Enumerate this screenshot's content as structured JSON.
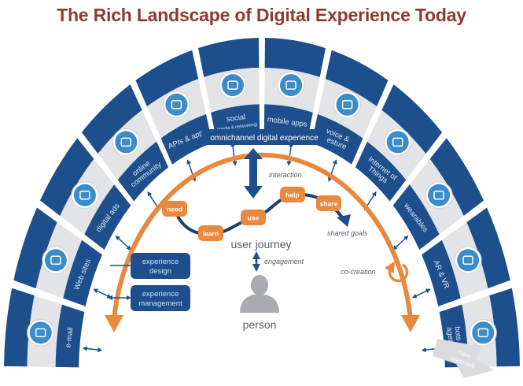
{
  "title": "The Rich Landscape of Digital Experience Today",
  "colors": {
    "title": "#8e3b2f",
    "ring_dark": "#1c4f8c",
    "ring_light": "#e2e4e7",
    "orange": "#e8893f",
    "icon_blue": "#3c8ccb",
    "text_gray": "#555e6a"
  },
  "channels": [
    {
      "label": [
        "e-mail"
      ],
      "icon": "envelope-icon"
    },
    {
      "label": [
        "Web sites"
      ],
      "icon": "web-icon"
    },
    {
      "label": [
        "digital ads"
      ],
      "icon": "billboard-icon"
    },
    {
      "label": [
        "online",
        "community"
      ],
      "icon": "community-icon"
    },
    {
      "label": [
        "APIs & apps"
      ],
      "icon": "cloud-icon"
    },
    {
      "label": [
        "social",
        "(media & networking)"
      ],
      "icon": "chat-icon"
    },
    {
      "label": [
        "mobile apps"
      ],
      "icon": "phone-icon"
    },
    {
      "label": [
        "voice &",
        "gesture"
      ],
      "icon": "voice-icon"
    },
    {
      "label": [
        "Internet of",
        "Things"
      ],
      "icon": "iot-icon"
    },
    {
      "label": [
        "wearables"
      ],
      "icon": "watch-icon"
    },
    {
      "label": [
        "AR & VR"
      ],
      "icon": "vr-icon"
    },
    {
      "label": [
        "bots &",
        "agents"
      ],
      "icon": "bot-icon"
    }
  ],
  "new_channels": [
    "new",
    "channels"
  ],
  "omnichannel": "omnichannel digital experience",
  "interaction": "interaction",
  "journey": {
    "steps": [
      "need",
      "learn",
      "use",
      "help",
      "share"
    ],
    "label": "user journey",
    "shared_goals": "shared goals"
  },
  "engagement": "engagement",
  "person": "person",
  "experience_design": [
    "experience",
    "design"
  ],
  "experience_management": [
    "experience",
    "management"
  ],
  "co_creation": "co-creation"
}
